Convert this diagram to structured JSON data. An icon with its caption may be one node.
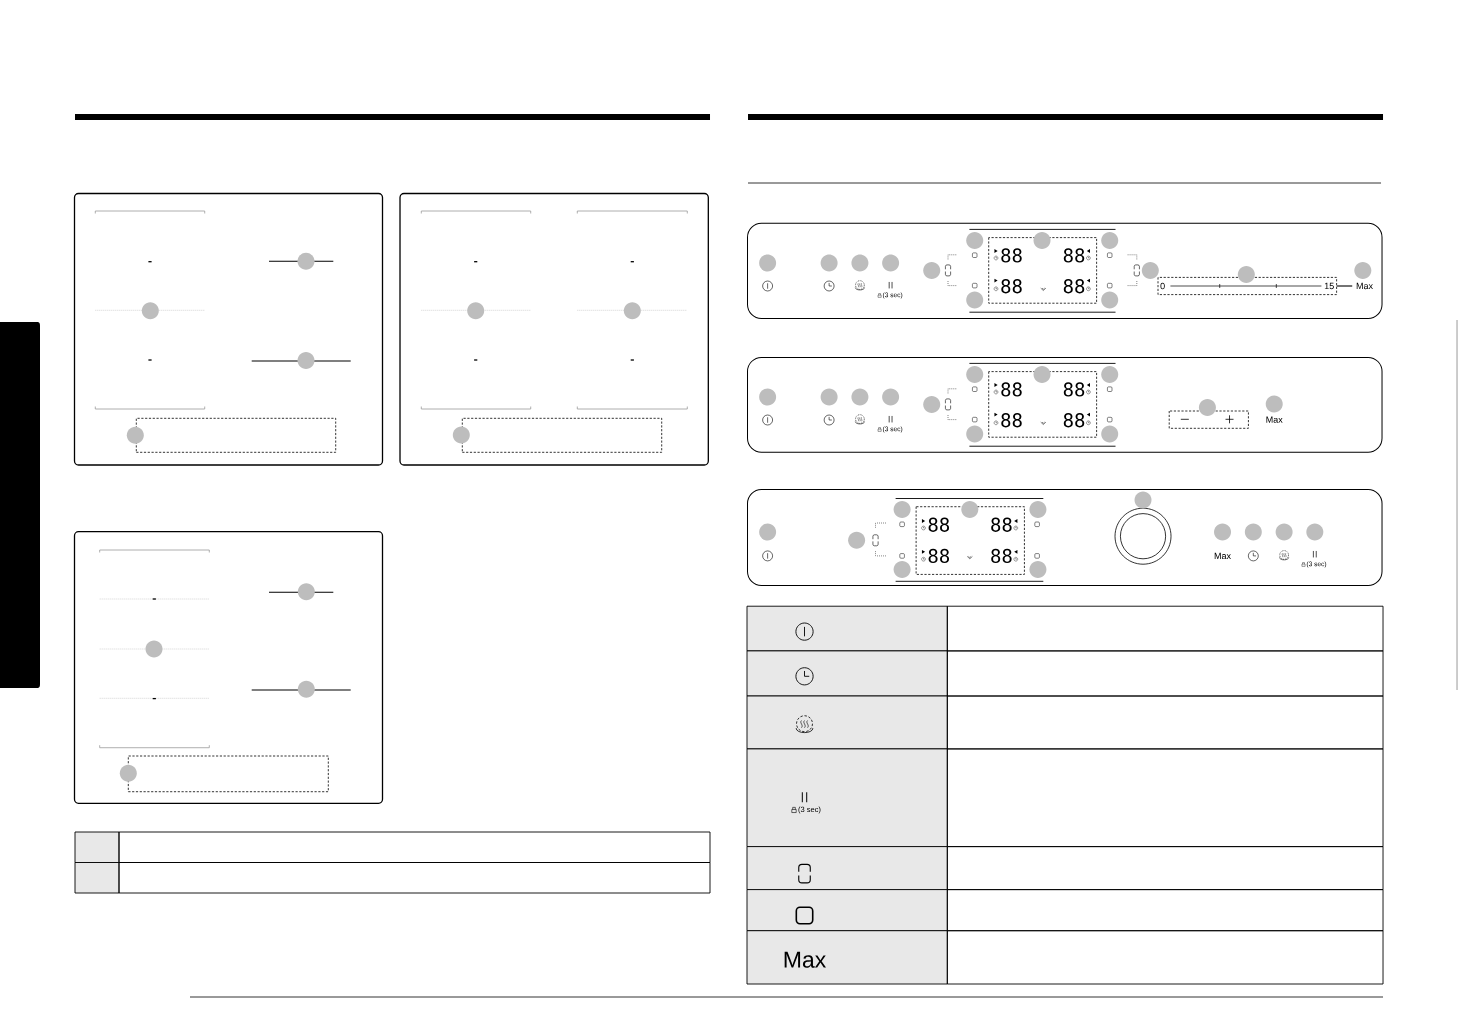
{
  "diagram": {
    "nodes": [
      {
        "text": [],
        "shape": "bar"
      },
      {
        "text": [],
        "shape": "box"
      },
      {
        "text": [],
        "shape": "box"
      },
      {
        "text": [],
        "shape": "box"
      }
    ],
    "labels": [
      "(3 sec)",
      "88",
      "88",
      "88",
      "88",
      "0",
      "15",
      "Max",
      "(3 sec)",
      "88",
      "88",
      "88",
      "88",
      "Max",
      "88",
      "88",
      "88",
      "88",
      "Max",
      "(3 sec)",
      "(3 sec)",
      "Max"
    ]
  }
}
